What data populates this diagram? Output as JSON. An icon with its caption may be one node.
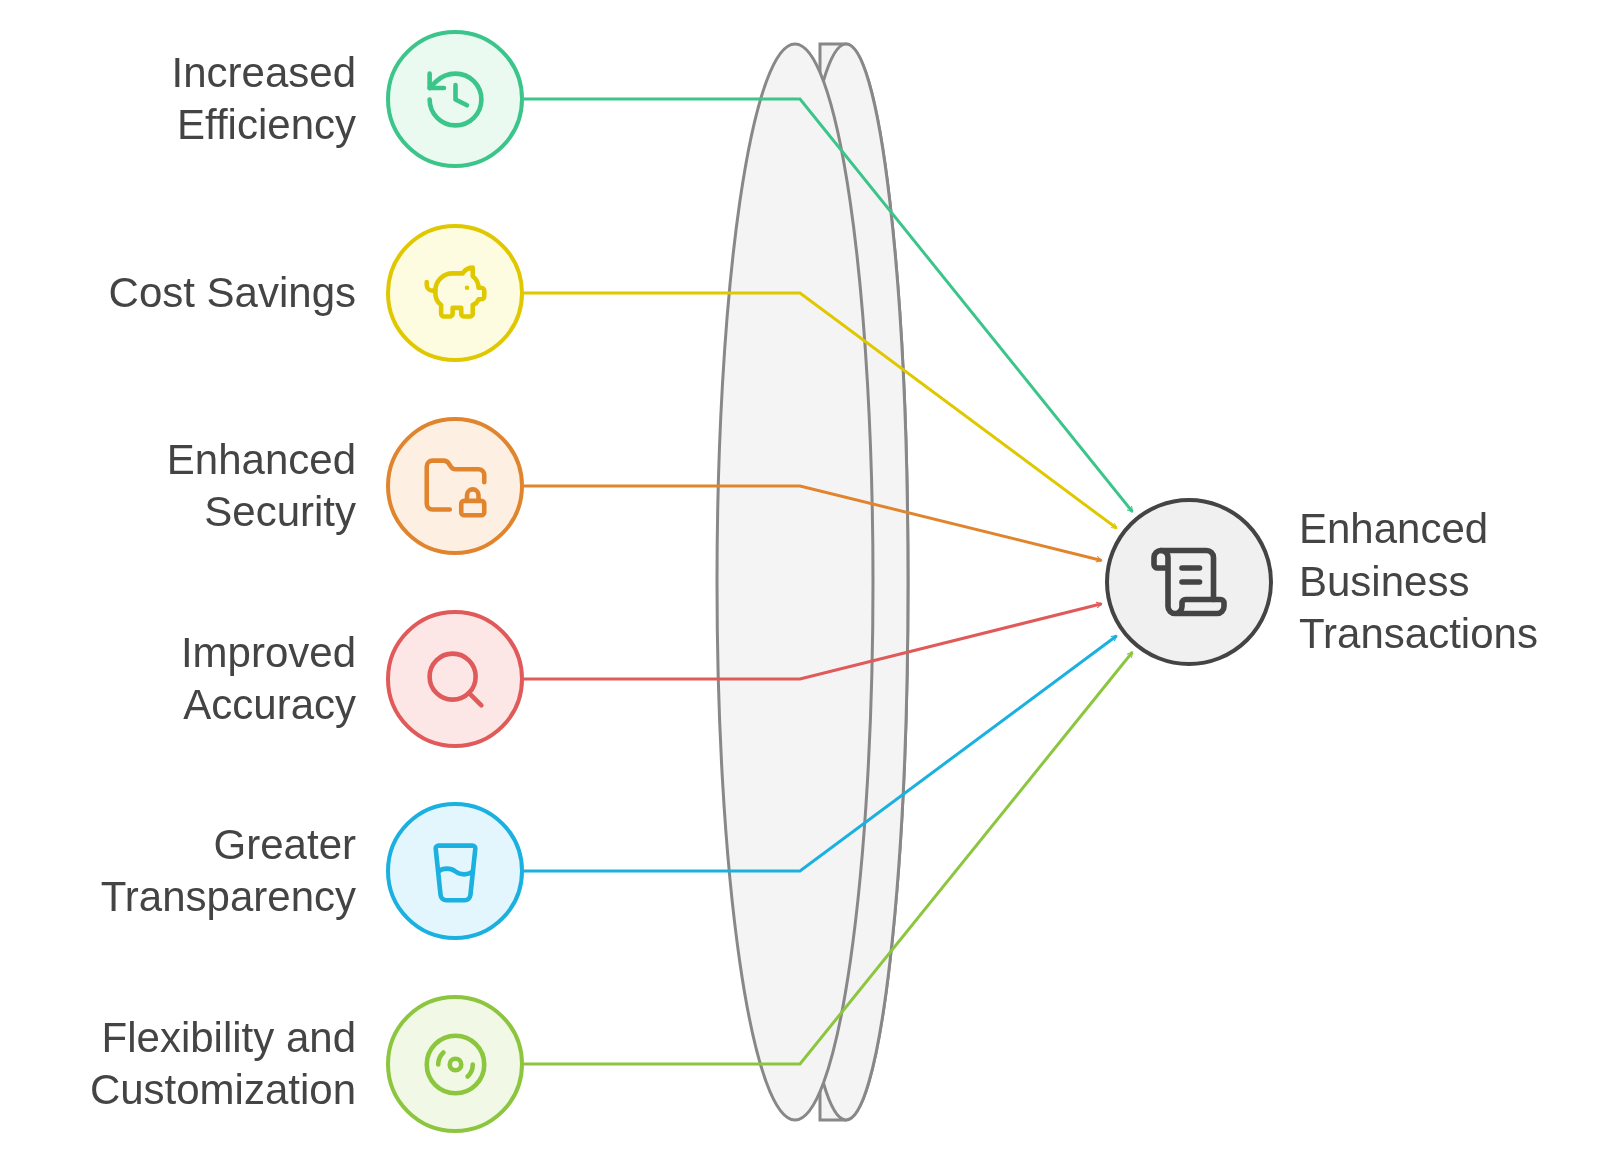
{
  "diagram": {
    "nodes": [
      {
        "text": [
          "Increased Efficiency"
        ]
      },
      {
        "text": [
          "Cost Savings"
        ]
      },
      {
        "text": [
          "Enhanced Security"
        ]
      },
      {
        "text": [
          "Improved Accuracy"
        ]
      },
      {
        "text": [
          "Greater Transparency"
        ]
      },
      {
        "text": [
          "Flexibility and Customization"
        ]
      },
      {
        "text": [
          "Enhanced Business Transactions"
        ]
      }
    ],
    "edges": [
      {
        "from": 0,
        "to": 6,
        "arrow": "to",
        "color": "#3cc58a"
      },
      {
        "from": 1,
        "to": 6,
        "arrow": "to",
        "color": "#e0c800"
      },
      {
        "from": 2,
        "to": 6,
        "arrow": "to",
        "color": "#e0852e"
      },
      {
        "from": 3,
        "to": 6,
        "arrow": "to",
        "color": "#e05a5a"
      },
      {
        "from": 4,
        "to": 6,
        "arrow": "to",
        "color": "#1ab0e0"
      },
      {
        "from": 5,
        "to": 6,
        "arrow": "to",
        "color": "#8cc63f"
      }
    ]
  }
}
